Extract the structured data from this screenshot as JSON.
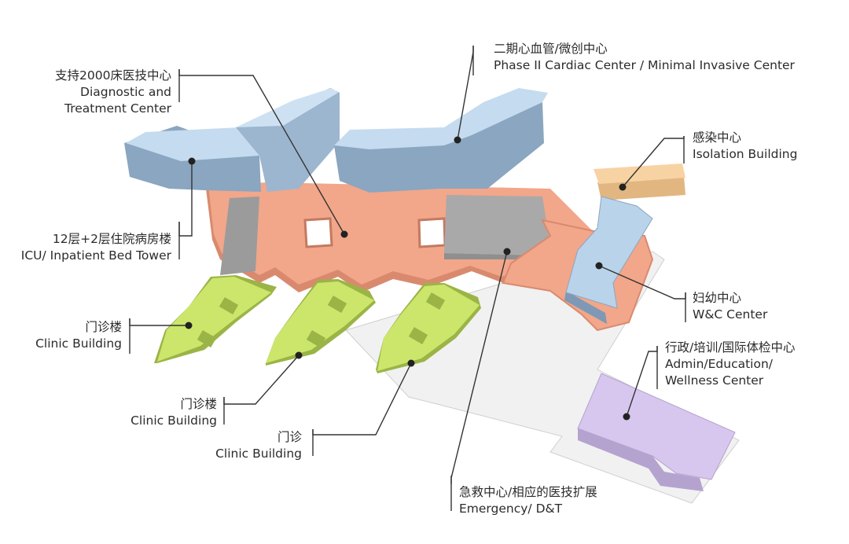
{
  "colors": {
    "podium": "#f2a68a",
    "podium_dark": "#d98a6e",
    "tower_blue": "#b9d4ea",
    "tower_blue_dark": "#7d99b5",
    "clinic_green": "#cce66c",
    "clinic_dark": "#9bb446",
    "emergency_gray": "#a9a9a9",
    "isolation_orange": "#f6cf9e",
    "admin_purple": "#d7c6ee",
    "ground_gray": "#f0f0f0",
    "leader": "#333333"
  },
  "labels": {
    "dt_center": {
      "zh": "支持2000床医技中心",
      "en1": "Diagnostic and",
      "en2": "Treatment Center"
    },
    "bed_tower": {
      "zh": "12层+2层住院病房楼",
      "en": "ICU/ Inpatient Bed Tower"
    },
    "clinic_1": {
      "zh": "门诊楼",
      "en": "Clinic Building"
    },
    "clinic_2": {
      "zh": "门诊楼",
      "en": "Clinic Building"
    },
    "clinic_3": {
      "zh": "门诊",
      "en": "Clinic Building"
    },
    "cardiac": {
      "zh": "二期心血管/微创中心",
      "en": "Phase II Cardiac Center / Minimal Invasive Center"
    },
    "isolation": {
      "zh": "感染中心",
      "en": "Isolation Building"
    },
    "wc": {
      "zh": "妇幼中心",
      "en": "W&C Center"
    },
    "admin": {
      "zh": "行政/培训/国际体检中心",
      "en1": "Admin/Education/",
      "en2": "Wellness Center"
    },
    "emergency": {
      "zh": "急救中心/相应的医技扩展",
      "en": "Emergency/ D&T"
    }
  }
}
